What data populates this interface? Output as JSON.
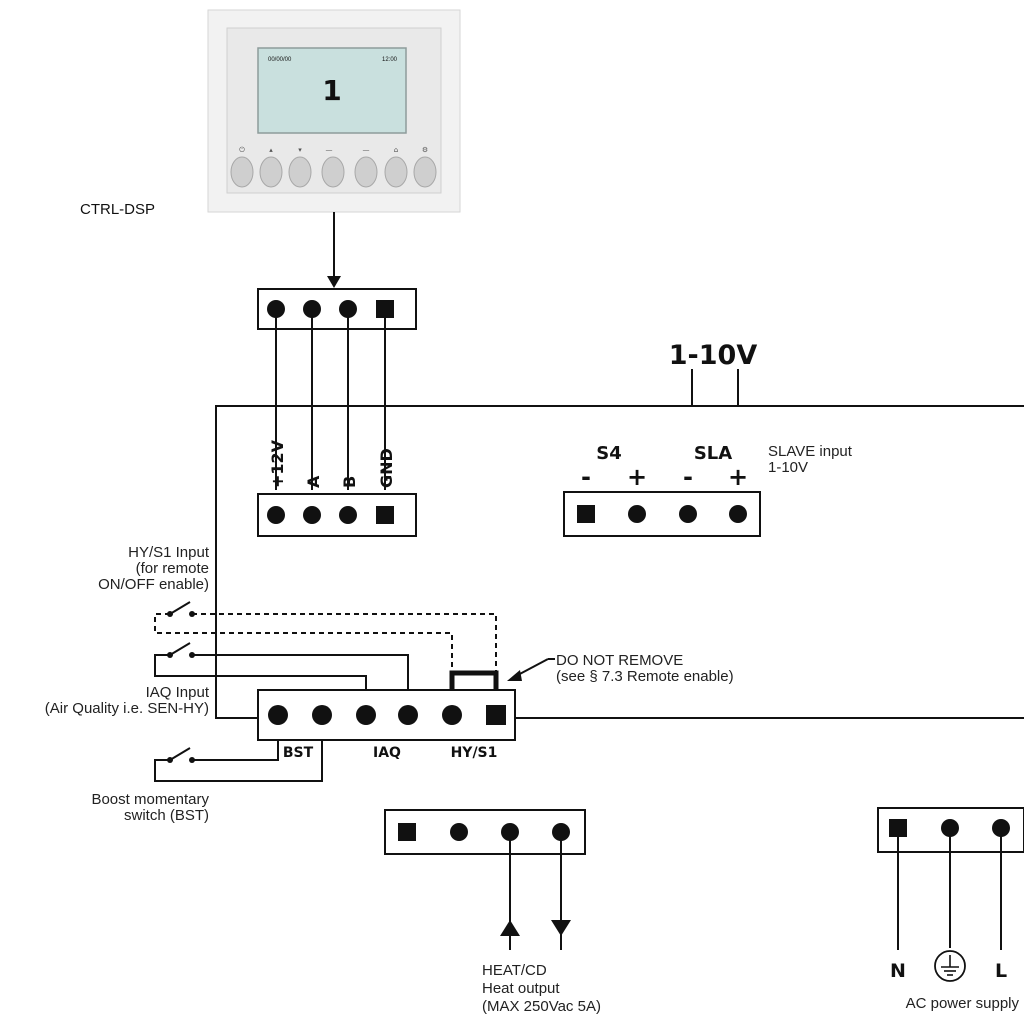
{
  "display": {
    "screen_date": "00/00/00",
    "screen_time": "12:00",
    "screen_value": "1",
    "button_labels": [
      "⏻",
      "▴",
      "▾",
      "—",
      "—",
      "⌂",
      "⚙"
    ],
    "label": "CTRL-DSP"
  },
  "bus_terminal": {
    "pins": [
      "+12V",
      "A",
      "B",
      "GND"
    ]
  },
  "analog": {
    "title": "1-10V",
    "s4_label": "S4",
    "sla_label": "SLA",
    "s4_minus": "-",
    "s4_plus": "+",
    "sla_minus": "-",
    "sla_plus": "+",
    "slave_line1": "SLAVE input",
    "slave_line2": "1-10V"
  },
  "inputs": {
    "hy_line1": "HY/S1 Input",
    "hy_line2": "(for remote",
    "hy_line3": "ON/OFF enable)",
    "iaq_line1": "IAQ Input",
    "iaq_line2": "(Air Quality i.e. SEN-HY)",
    "bst_line1": "Boost momentary",
    "bst_line2": "switch (BST)",
    "note_line1": "DO NOT REMOVE",
    "note_line2": "(see § 7.3 Remote enable)",
    "terminal_bst": "BST",
    "terminal_iaq": "IAQ",
    "terminal_hy": "HY/S1"
  },
  "heat": {
    "line1": "HEAT/CD",
    "line2": "Heat output",
    "line3": "(MAX 250Vac 5A)"
  },
  "power": {
    "n_label": "N",
    "l_label": "L",
    "caption": "AC power supply"
  }
}
